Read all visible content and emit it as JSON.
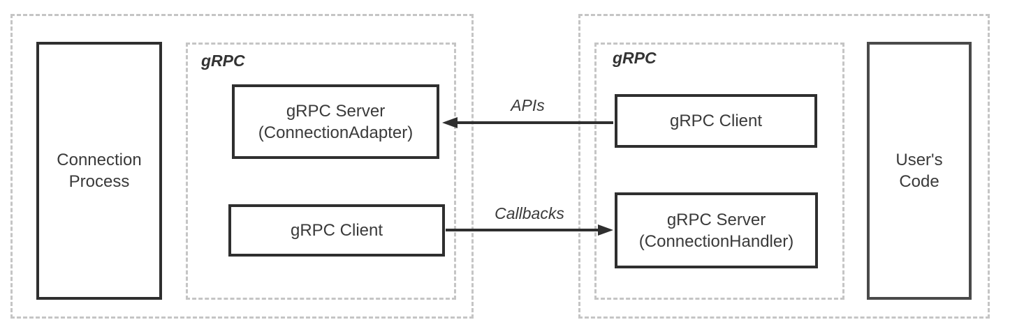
{
  "boxes": {
    "connection_process": {
      "label": "Connection Process"
    },
    "left_group": {
      "label": "gRPC"
    },
    "left_server": {
      "line1": "gRPC Server",
      "line2": "(ConnectionAdapter)"
    },
    "left_client": {
      "label": "gRPC Client"
    },
    "right_group": {
      "label": "gRPC"
    },
    "right_client": {
      "label": "gRPC Client"
    },
    "right_server": {
      "line1": "gRPC Server",
      "line2": "(ConnectionHandler)"
    },
    "users_code": {
      "label": "User's Code"
    }
  },
  "arrows": {
    "apis": {
      "label": "APIs",
      "direction": "right-to-left"
    },
    "callbacks": {
      "label": "Callbacks",
      "direction": "left-to-right"
    }
  },
  "colors": {
    "background": "#ffffff",
    "box_border": "#2f2f2f",
    "users_code_border": "#4a4a4a",
    "dashed_border": "#c5c5c5",
    "text": "#3a3a3a",
    "arrow": "#2f2f2f"
  }
}
